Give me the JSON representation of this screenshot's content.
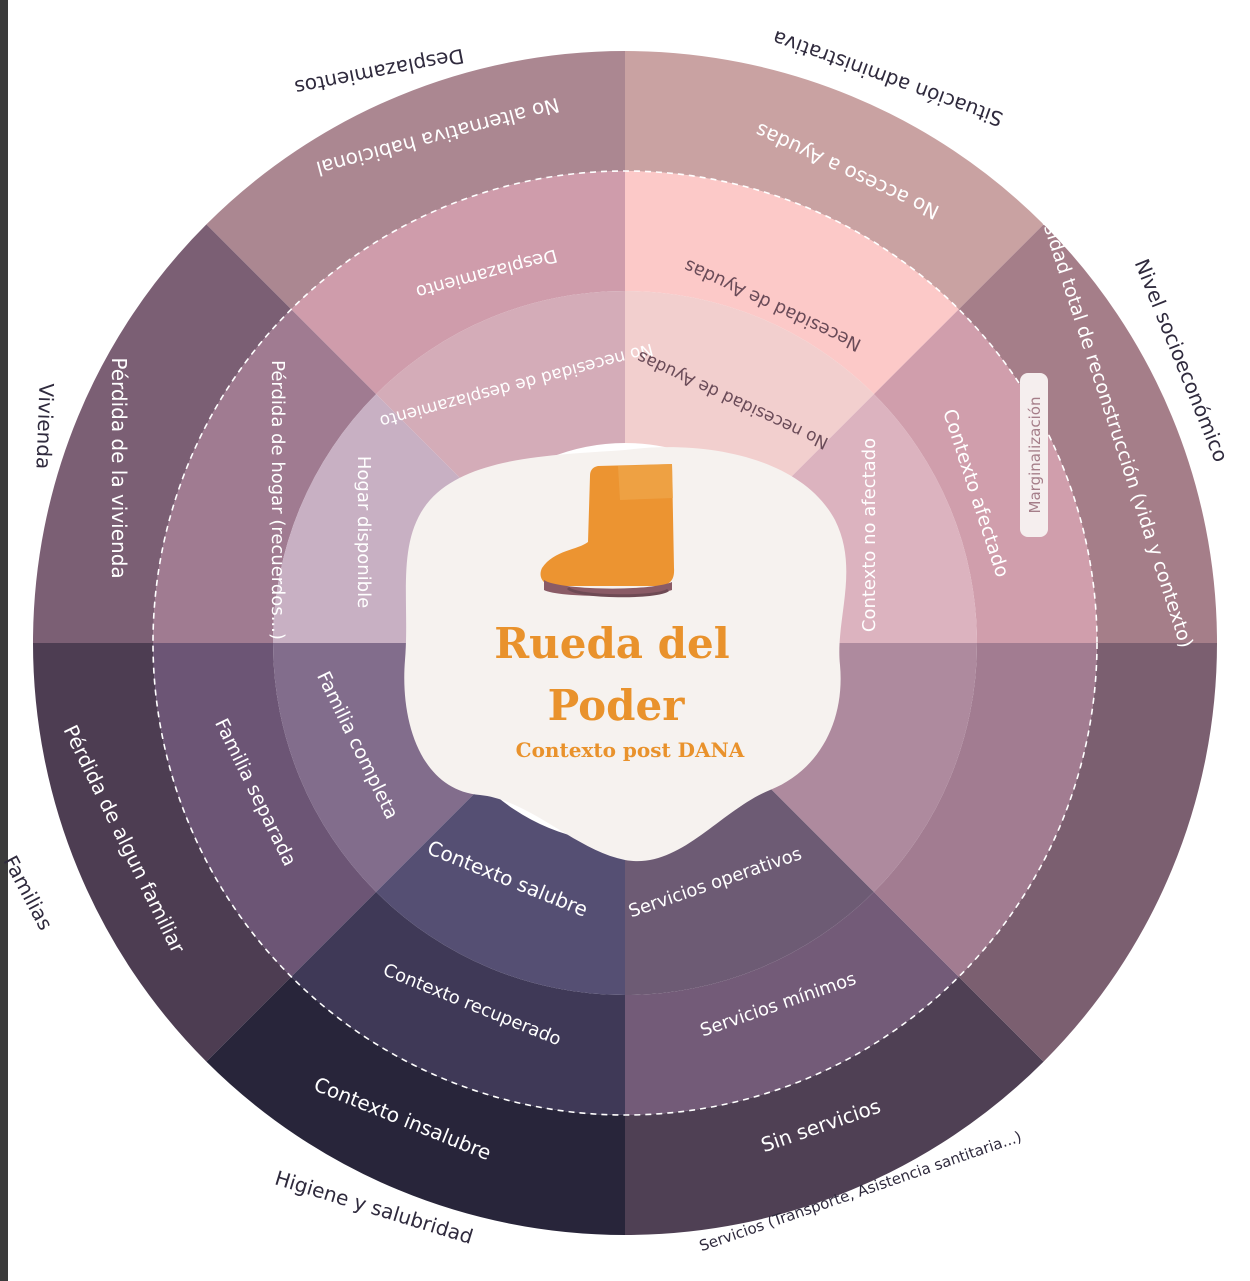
{
  "title": {
    "line1": "Rueda del",
    "line2": "Poder",
    "subtitle": "Contexto post DANA"
  },
  "icon": "rubber-boot-icon",
  "colors": {
    "title": "#E9922C",
    "center": "#F6F2EF",
    "boot": "#EC9431"
  },
  "categories": [
    "Desplazamientos",
    "Situación administrativa",
    "Nivel socioeconómico",
    "Servicios (Transporte,  Asistencia santitaria...)",
    "Higiene y salubridad",
    "Familias",
    "Vivienda"
  ],
  "sectors": {
    "desplazamientos": {
      "outer": "No alternativa habicional",
      "middle": "Desplazamiento",
      "inner": "No necesidad de desplazamiento"
    },
    "administrativa": {
      "outer": "No acceso a Ayudas",
      "middle": "Necesidad de Ayudas",
      "inner": "No necesidad de Ayudas"
    },
    "socioeconomico": {
      "outer": "Necesidad total de reconstrucción (vida y contexto)",
      "marginal_tag": "Marginalización",
      "middle": "Contexto afectado",
      "inner": "Contexto no afectado"
    },
    "servicios": {
      "outer": "Sin servicios",
      "middle": "Servicios mínimos",
      "inner": "Servicios operativos"
    },
    "higiene": {
      "outer": "Contexto insalubre",
      "middle": "Contexto recuperado",
      "inner": "Contexto salubre"
    },
    "familias": {
      "outer": "Pérdida de algun familiar",
      "middle": "Familia separada",
      "inner": "Familia completa"
    },
    "vivienda": {
      "outer": "Pérdida de la vivienda",
      "middle": "Pérdida de hogar (recuerdos...)",
      "inner": "Hogar disponible"
    }
  }
}
